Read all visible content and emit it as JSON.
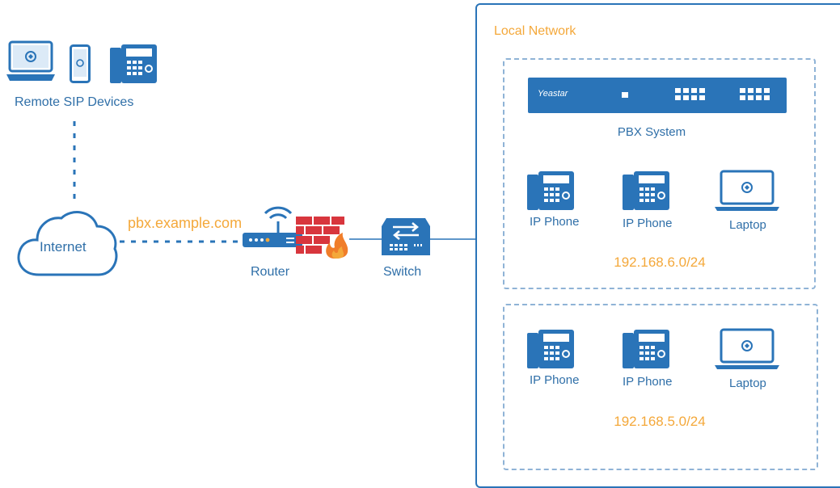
{
  "colors": {
    "primary_blue": "#2a74b8",
    "label_blue": "#2f6fa8",
    "accent_orange": "#f4a83a",
    "firewall_red": "#d8363d",
    "panel_border": "#2a74b8"
  },
  "remote": {
    "label": "Remote SIP Devices",
    "icons": [
      "laptop-icon",
      "mobile-phone-icon",
      "desk-phone-icon"
    ]
  },
  "internet": {
    "label": "Internet"
  },
  "domain": {
    "label": "pbx.example.com"
  },
  "router": {
    "label": "Router"
  },
  "switch": {
    "label": "Switch"
  },
  "local_network": {
    "title": "Local Network",
    "pbx": {
      "brand": "Yeastar",
      "label": "PBX System"
    },
    "subnets": [
      {
        "cidr": "192.168.6.0/24",
        "devices": [
          {
            "label": "IP Phone",
            "icon": "desk-phone-icon"
          },
          {
            "label": "IP Phone",
            "icon": "desk-phone-icon"
          },
          {
            "label": "Laptop",
            "icon": "laptop-icon"
          }
        ]
      },
      {
        "cidr": "192.168.5.0/24",
        "devices": [
          {
            "label": "IP Phone",
            "icon": "desk-phone-icon"
          },
          {
            "label": "IP Phone",
            "icon": "desk-phone-icon"
          },
          {
            "label": "Laptop",
            "icon": "laptop-icon"
          }
        ]
      }
    ]
  }
}
